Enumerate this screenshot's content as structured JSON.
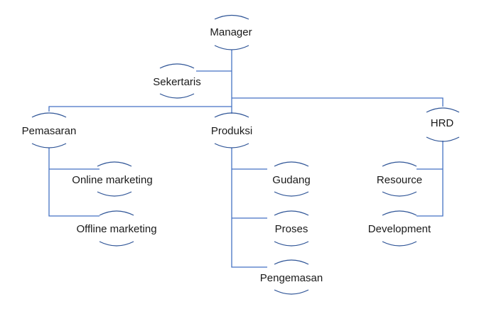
{
  "chart_data": {
    "type": "org-chart",
    "root": "manager",
    "nodes": [
      {
        "id": "manager",
        "label": "Manager",
        "parent": null
      },
      {
        "id": "sekertaris",
        "label": "Sekertaris",
        "parent": "manager",
        "relation": "assistant"
      },
      {
        "id": "pemasaran",
        "label": "Pemasaran",
        "parent": "manager"
      },
      {
        "id": "produksi",
        "label": "Produksi",
        "parent": "manager"
      },
      {
        "id": "hrd",
        "label": "HRD",
        "parent": "manager"
      },
      {
        "id": "online-marketing",
        "label": "Online marketing",
        "parent": "pemasaran"
      },
      {
        "id": "offline-marketing",
        "label": "Offline marketing",
        "parent": "pemasaran"
      },
      {
        "id": "gudang",
        "label": "Gudang",
        "parent": "produksi"
      },
      {
        "id": "proses",
        "label": "Proses",
        "parent": "produksi"
      },
      {
        "id": "pengemasan",
        "label": "Pengemasan",
        "parent": "produksi"
      },
      {
        "id": "resource",
        "label": "Resource",
        "parent": "hrd"
      },
      {
        "id": "development",
        "label": "Development",
        "parent": "hrd"
      }
    ]
  },
  "colors": {
    "connector": "#4472c4",
    "node_outline": "#2f5597",
    "text": "#1a1a1a",
    "background": "#ffffff"
  }
}
